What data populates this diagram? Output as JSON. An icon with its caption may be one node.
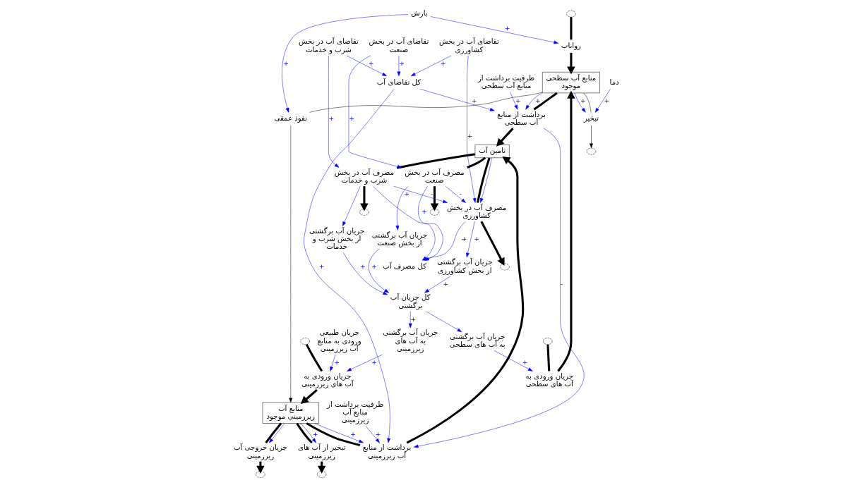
{
  "diagram": {
    "nodes": [
      {
        "text": [
          "بارش"
        ]
      },
      {
        "text": [],
        "shape": "cloud"
      },
      {
        "text": [],
        "shape": "cloud"
      },
      {
        "text": [
          "دما"
        ]
      },
      {
        "text": [
          "کل تقاضای آب"
        ]
      },
      {
        "text": [
          "رواناب"
        ]
      },
      {
        "text": [
          "تبخیر"
        ]
      },
      {
        "text": [],
        "shape": "cloud"
      },
      {
        "text": [
          "منابع آب سطحی موجود"
        ]
      },
      {
        "text": [
          "برداشت از منابع آب سطحی"
        ]
      },
      {
        "text": [
          "تقاضای آب در بخش شرب و خدمات"
        ]
      },
      {
        "text": [],
        "shape": "cloud"
      },
      {
        "text": [
          "تقاضای آب در بخش کشاورزی"
        ]
      },
      {
        "text": [
          "جریان ورودی به آب های سطحی"
        ]
      },
      {
        "text": [
          "ظرفیت برداشت از منابع آب سطحی"
        ]
      },
      {
        "text": [
          "تامین آب"
        ]
      },
      {
        "text": [
          "مصرف آب در بخش شرب و خدمات"
        ]
      },
      {
        "text": [],
        "shape": "cloud"
      },
      {
        "text": [
          "جریان آب برگشتی به آب های سطحی"
        ]
      },
      {
        "text": [
          "نفوذ عمقی"
        ]
      },
      {
        "text": [
          "مصرف آب در بخش کشاورزی"
        ]
      },
      {
        "text": [
          "جریان طبیعی ورودی به منابع آب زیرزمینی"
        ]
      },
      {
        "text": [
          "ظرفیت برداشت از منابع آب زیرزمینی"
        ]
      },
      {
        "text": [
          "مصرف آب در بخش صنعت"
        ]
      },
      {
        "text": [],
        "shape": "cloud"
      },
      {
        "text": [
          "منابع آب زیرزمینی موجود"
        ]
      },
      {
        "text": [
          "برداشت از منابع آب زیرزمینی"
        ]
      },
      {
        "text": [],
        "shape": "cloud"
      },
      {
        "text": [
          "کل مصرف آب"
        ]
      },
      {
        "text": [
          "جریان ورودی به آب های زیرزمینی"
        ]
      },
      {
        "text": [
          "جریان خروجی آب زیرزمینی"
        ]
      },
      {
        "text": [
          "تبخیر از آب های زیرزمینی"
        ]
      },
      {
        "text": [
          "تقاضای آب در بخش صنعت"
        ]
      },
      {
        "text": [
          "جریان آب برگشتی به آب های زیرزمینی"
        ]
      },
      {
        "text": [],
        "shape": "cloud"
      },
      {
        "text": [],
        "shape": "cloud"
      },
      {
        "text": [
          "جریان آب برگشتی از بخش شرب و خدمات"
        ]
      },
      {
        "text": [
          "جریان آب برگشتی از بخش صنعت"
        ]
      },
      {
        "text": [
          "کل جریان آب برگشتی"
        ]
      },
      {
        "text": [
          "جریان آب برگشتی از بخش کشاورزی"
        ]
      }
    ],
    "edges": [
      {
        "from": 1,
        "to": 5,
        "arrow": "none",
        "style": "thick",
        "color": "#000000"
      },
      {
        "from": 5,
        "to": 8,
        "arrow": "to",
        "style": "thick",
        "color": "#000000"
      },
      {
        "from": 8,
        "to": 6,
        "arrow": "none",
        "color": "#000000"
      },
      {
        "from": 6,
        "to": 2,
        "arrow": "to",
        "color": "#000000"
      },
      {
        "from": 7,
        "to": 13,
        "arrow": "none",
        "style": "thick",
        "color": "#000000"
      },
      {
        "from": 13,
        "to": 8,
        "arrow": "to",
        "style": "thick",
        "color": "#000000"
      },
      {
        "from": 8,
        "to": 9,
        "arrow": "none",
        "style": "thick",
        "color": "#000000"
      },
      {
        "from": 9,
        "to": 15,
        "arrow": "to",
        "style": "thick",
        "color": "#000000"
      },
      {
        "from": 8,
        "to": 19,
        "arrow": "none",
        "color": "#000000"
      },
      {
        "from": 19,
        "to": 25,
        "arrow": "to",
        "color": "#000000"
      },
      {
        "from": 24,
        "to": 29,
        "arrow": "none",
        "style": "thick",
        "color": "#000000"
      },
      {
        "from": 29,
        "to": 25,
        "arrow": "to",
        "style": "thick",
        "color": "#000000"
      },
      {
        "from": 25,
        "to": 30,
        "arrow": "none",
        "style": "thick",
        "color": "#000000"
      },
      {
        "from": 30,
        "to": 34,
        "arrow": "to",
        "style": "thick",
        "color": "#000000"
      },
      {
        "from": 25,
        "to": 31,
        "arrow": "none",
        "style": "thick",
        "color": "#000000"
      },
      {
        "from": 31,
        "to": 35,
        "arrow": "to",
        "style": "thick",
        "color": "#000000"
      },
      {
        "from": 25,
        "to": 26,
        "arrow": "none",
        "style": "thick",
        "color": "#000000"
      },
      {
        "from": 26,
        "to": 15,
        "arrow": "to",
        "style": "thick",
        "color": "#000000"
      },
      {
        "from": 15,
        "to": 16,
        "arrow": "none",
        "style": "thick",
        "color": "#000000"
      },
      {
        "from": 16,
        "to": 11,
        "arrow": "to",
        "style": "thick",
        "color": "#000000"
      },
      {
        "from": 15,
        "to": 20,
        "arrow": "none",
        "style": "thick",
        "color": "#000000"
      },
      {
        "from": 20,
        "to": 17,
        "arrow": "to",
        "style": "thick",
        "color": "#000000"
      },
      {
        "from": 15,
        "to": 23,
        "arrow": "none",
        "style": "thick",
        "color": "#000000"
      },
      {
        "from": 23,
        "to": 27,
        "arrow": "to",
        "style": "thick",
        "color": "#000000"
      },
      {
        "from": 0,
        "to": 5,
        "arrow": "to",
        "label": "+"
      },
      {
        "from": 0,
        "to": 19,
        "arrow": "to",
        "label": "+"
      },
      {
        "from": 3,
        "to": 6,
        "arrow": "to",
        "label": "+"
      },
      {
        "from": 8,
        "to": 6,
        "arrow": "to",
        "label": "+"
      },
      {
        "from": 8,
        "to": 9,
        "arrow": "to",
        "label": "+"
      },
      {
        "from": 14,
        "to": 9,
        "arrow": "to",
        "label": "+"
      },
      {
        "from": 4,
        "to": 9,
        "arrow": "to",
        "label": "+"
      },
      {
        "from": 4,
        "to": 26,
        "arrow": "to",
        "label": "+"
      },
      {
        "from": 9,
        "to": 26,
        "arrow": "to",
        "label": "-"
      },
      {
        "from": 22,
        "to": 26,
        "arrow": "to",
        "label": "+"
      },
      {
        "from": 25,
        "to": 26,
        "arrow": "to",
        "label": "+"
      },
      {
        "from": 25,
        "to": 31,
        "arrow": "to",
        "label": "+"
      },
      {
        "from": 25,
        "to": 30,
        "arrow": "to"
      },
      {
        "from": 21,
        "to": 29,
        "arrow": "to",
        "label": "+"
      },
      {
        "from": 33,
        "to": 29,
        "arrow": "to",
        "label": "+"
      },
      {
        "from": 18,
        "to": 13,
        "arrow": "to",
        "label": "+"
      },
      {
        "from": 38,
        "to": 33,
        "arrow": "to",
        "label": "+"
      },
      {
        "from": 38,
        "to": 18,
        "arrow": "to"
      },
      {
        "from": 36,
        "to": 38,
        "arrow": "to",
        "label": "+"
      },
      {
        "from": 37,
        "to": 38,
        "arrow": "to",
        "label": "+"
      },
      {
        "from": 39,
        "to": 38,
        "arrow": "to",
        "label": "+"
      },
      {
        "from": 16,
        "to": 36,
        "arrow": "to"
      },
      {
        "from": 23,
        "to": 37,
        "arrow": "to",
        "label": "+"
      },
      {
        "from": 20,
        "to": 39,
        "arrow": "to",
        "label": "+"
      },
      {
        "from": 10,
        "to": 16,
        "arrow": "to",
        "label": "+"
      },
      {
        "from": 10,
        "to": 4,
        "arrow": "to",
        "label": "+"
      },
      {
        "from": 12,
        "to": 4,
        "arrow": "to",
        "label": "+"
      },
      {
        "from": 12,
        "to": 20,
        "arrow": "to",
        "label": "+"
      },
      {
        "from": 32,
        "to": 4,
        "arrow": "to",
        "label": "+"
      },
      {
        "from": 32,
        "to": 23,
        "arrow": "to",
        "label": "+"
      },
      {
        "from": 16,
        "to": 20,
        "arrow": "to",
        "label": "-"
      },
      {
        "from": 15,
        "to": 20,
        "arrow": "to"
      },
      {
        "from": 23,
        "to": 20,
        "arrow": "to",
        "label": "-"
      },
      {
        "from": 16,
        "to": 28,
        "arrow": "to"
      },
      {
        "from": 20,
        "to": 28,
        "arrow": "to",
        "label": "+"
      },
      {
        "from": 23,
        "to": 28,
        "arrow": "to",
        "label": "+"
      }
    ]
  }
}
